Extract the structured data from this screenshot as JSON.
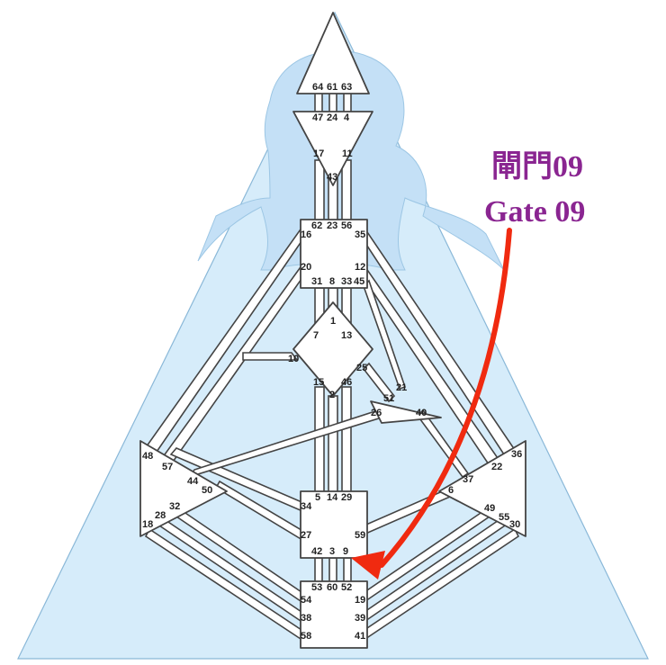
{
  "callout": {
    "line1": "閘門09",
    "line2": "Gate 09",
    "text_color": "#8a2591",
    "arrow_color": "#f02a10"
  },
  "colors": {
    "triangle_fill": "#d6ecfa",
    "triangle_stroke": "#8ab8d8",
    "silhouette": "#c4e0f6",
    "line": "#444444"
  },
  "gates": {
    "g64": "64",
    "g61": "61",
    "g63": "63",
    "g47": "47",
    "g24": "24",
    "g4": "4",
    "g17": "17",
    "g11": "11",
    "g43": "43",
    "g62": "62",
    "g23": "23",
    "g56": "56",
    "g16": "16",
    "g35": "35",
    "g20": "20",
    "g12": "12",
    "g31": "31",
    "g8": "8",
    "g33": "33",
    "g45": "45",
    "g1": "1",
    "g7": "7",
    "g13": "13",
    "g10": "10",
    "g25": "25",
    "g15": "15",
    "g46": "46",
    "g2": "2",
    "g21": "21",
    "g51": "51",
    "g26": "26",
    "g40": "40",
    "g48": "48",
    "g57": "57",
    "g44": "44",
    "g50": "50",
    "g36": "36",
    "g22": "22",
    "g37": "37",
    "g6": "6",
    "g5": "5",
    "g14": "14",
    "g29": "29",
    "g34": "34",
    "g27": "27",
    "g59": "59",
    "g42": "42",
    "g3": "3",
    "g9": "9",
    "g53": "53",
    "g60": "60",
    "g52": "52",
    "g54": "54",
    "g19": "19",
    "g38": "38",
    "g39": "39",
    "g58": "58",
    "g41": "41",
    "g32": "32",
    "g28": "28",
    "g18": "18",
    "g49": "49",
    "g55": "55",
    "g30": "30"
  }
}
